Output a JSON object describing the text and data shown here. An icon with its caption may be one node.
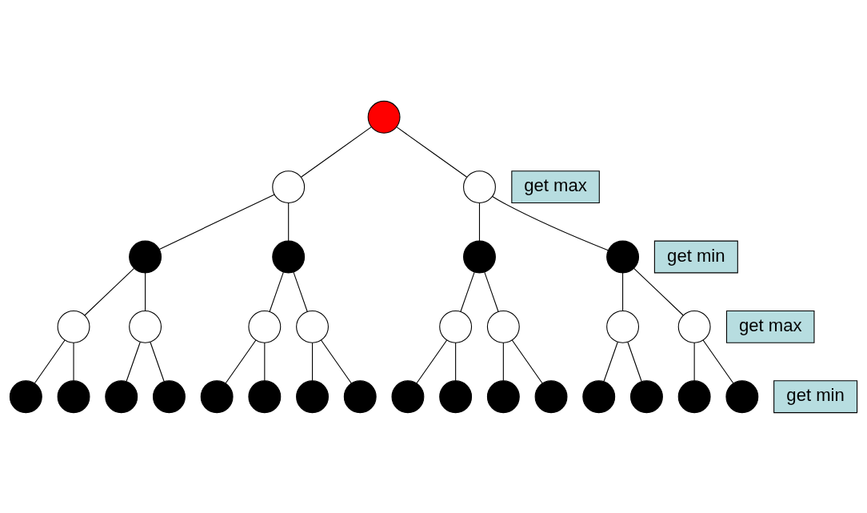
{
  "diagram": {
    "nodes": [
      {
        "text": [],
        "shape": "circle"
      },
      {
        "text": [],
        "shape": "circle"
      },
      {
        "text": [],
        "shape": "circle"
      },
      {
        "text": [],
        "shape": "circle"
      },
      {
        "text": [],
        "shape": "circle"
      },
      {
        "text": [],
        "shape": "circle"
      },
      {
        "text": [],
        "shape": "circle"
      },
      {
        "text": [],
        "shape": "circle"
      },
      {
        "text": [],
        "shape": "circle"
      },
      {
        "text": [],
        "shape": "circle"
      },
      {
        "text": [],
        "shape": "circle"
      },
      {
        "text": [],
        "shape": "circle"
      },
      {
        "text": [],
        "shape": "circle"
      },
      {
        "text": [],
        "shape": "circle"
      },
      {
        "text": [],
        "shape": "circle"
      },
      {
        "text": [],
        "shape": "circle"
      },
      {
        "text": [],
        "shape": "circle"
      },
      {
        "text": [],
        "shape": "circle"
      },
      {
        "text": [],
        "shape": "circle"
      },
      {
        "text": [],
        "shape": "circle"
      },
      {
        "text": [],
        "shape": "circle"
      },
      {
        "text": [],
        "shape": "circle"
      },
      {
        "text": [],
        "shape": "circle"
      },
      {
        "text": [],
        "shape": "circle"
      },
      {
        "text": [],
        "shape": "circle"
      },
      {
        "text": [],
        "shape": "circle"
      },
      {
        "text": [],
        "shape": "circle"
      },
      {
        "text": [],
        "shape": "circle"
      },
      {
        "text": [],
        "shape": "circle"
      },
      {
        "text": [],
        "shape": "circle"
      },
      {
        "text": [],
        "shape": "circle"
      },
      {
        "text": [
          "get max"
        ]
      },
      {
        "text": [
          "get min"
        ]
      },
      {
        "text": [
          "get max"
        ]
      },
      {
        "text": [
          "get min"
        ]
      }
    ],
    "edges": [
      {
        "from": 0,
        "to": 1,
        "arrow": "none"
      },
      {
        "from": 0,
        "to": 2,
        "arrow": "none"
      },
      {
        "from": 1,
        "to": 3,
        "arrow": "none"
      },
      {
        "from": 1,
        "to": 4,
        "arrow": "none"
      },
      {
        "from": 2,
        "to": 5,
        "arrow": "none"
      },
      {
        "from": 2,
        "to": 6,
        "arrow": "none"
      },
      {
        "from": 3,
        "to": 7,
        "arrow": "none"
      },
      {
        "from": 3,
        "to": 8,
        "arrow": "none"
      },
      {
        "from": 4,
        "to": 9,
        "arrow": "none"
      },
      {
        "from": 4,
        "to": 10,
        "arrow": "none"
      },
      {
        "from": 5,
        "to": 11,
        "arrow": "none"
      },
      {
        "from": 5,
        "to": 12,
        "arrow": "none"
      },
      {
        "from": 6,
        "to": 13,
        "arrow": "none"
      },
      {
        "from": 6,
        "to": 14,
        "arrow": "none"
      },
      {
        "from": 7,
        "to": 15,
        "arrow": "none"
      },
      {
        "from": 7,
        "to": 16,
        "arrow": "none"
      },
      {
        "from": 8,
        "to": 17,
        "arrow": "none"
      },
      {
        "from": 8,
        "to": 18,
        "arrow": "none"
      },
      {
        "from": 9,
        "to": 19,
        "arrow": "none"
      },
      {
        "from": 9,
        "to": 20,
        "arrow": "none"
      },
      {
        "from": 10,
        "to": 21,
        "arrow": "none"
      },
      {
        "from": 10,
        "to": 22,
        "arrow": "none"
      },
      {
        "from": 11,
        "to": 23,
        "arrow": "none"
      },
      {
        "from": 11,
        "to": 24,
        "arrow": "none"
      },
      {
        "from": 12,
        "to": 25,
        "arrow": "none"
      },
      {
        "from": 12,
        "to": 26,
        "arrow": "none"
      },
      {
        "from": 13,
        "to": 27,
        "arrow": "none"
      },
      {
        "from": 13,
        "to": 28,
        "arrow": "none"
      },
      {
        "from": 14,
        "to": 29,
        "arrow": "none"
      },
      {
        "from": 14,
        "to": 30,
        "arrow": "none"
      }
    ]
  }
}
